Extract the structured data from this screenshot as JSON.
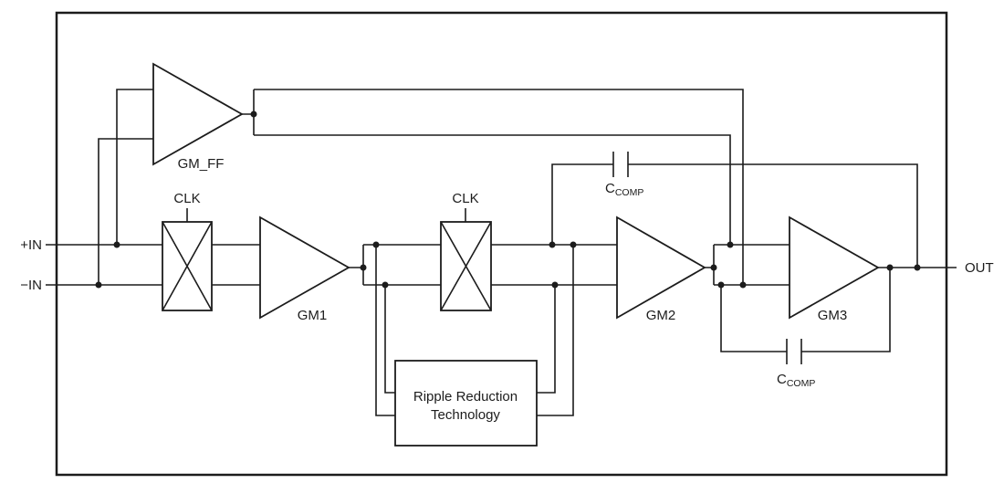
{
  "diagram": {
    "type": "functional-block-diagram",
    "description": "Zero-drift chopper amplifier signal chain with feed-forward amplifier, choppers, ripple reduction and Miller compensation capacitors",
    "labels": {
      "input_pos": "+IN",
      "input_neg": "−IN",
      "output": "OUT",
      "gm_ff": "GM_FF",
      "gm1": "GM1",
      "gm2": "GM2",
      "gm3": "GM3",
      "clk": "CLK",
      "ccomp_main": "C",
      "ccomp_sub": "COMP",
      "rrt_line1": "Ripple Reduction",
      "rrt_line2": "Technology"
    },
    "colors": {
      "line": "#1c1c1c",
      "background": "#ffffff"
    }
  }
}
